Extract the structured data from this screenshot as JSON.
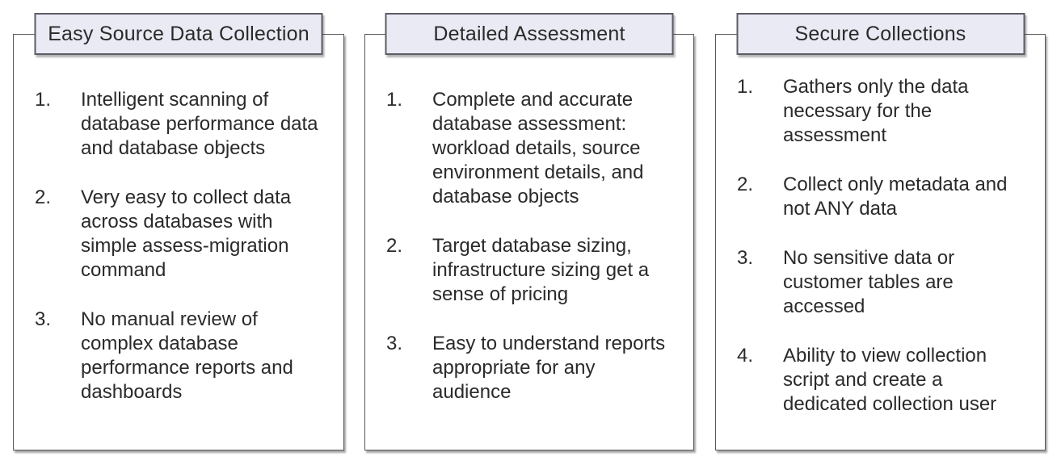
{
  "panels": [
    {
      "title": "Easy Source Data Collection",
      "items": [
        {
          "num": "1.",
          "text": "Intelligent scanning of\ndatabase performance data\nand database objects"
        },
        {
          "num": "2.",
          "text": "Very easy to collect data\nacross databases with\nsimple assess-migration\ncommand"
        },
        {
          "num": "3.",
          "text": "No manual review of\ncomplex database\nperformance reports and\ndashboards"
        }
      ]
    },
    {
      "title": "Detailed Assessment",
      "items": [
        {
          "num": "1.",
          "text": "Complete and accurate\ndatabase assessment:\nworkload details, source\nenvironment details, and\ndatabase objects"
        },
        {
          "num": "2.",
          "text": "Target database sizing,\ninfrastructure sizing get a\nsense of pricing"
        },
        {
          "num": "3.",
          "text": "Easy to understand reports\nappropriate for any\naudience"
        }
      ]
    },
    {
      "title": "Secure Collections",
      "items": [
        {
          "num": "1.",
          "text": "Gathers only the data\nnecessary for the\nassessment"
        },
        {
          "num": "2.",
          "text": "Collect only metadata and\nnot ANY data"
        },
        {
          "num": "3.",
          "text": "No sensitive data or\ncustomer tables are\naccessed"
        },
        {
          "num": "4.",
          "text": "Ability to view collection\nscript and create a\ndedicated collection user"
        }
      ]
    }
  ],
  "colors": {
    "header_fill": "#EAEAF5",
    "header_border": "#5C5C66",
    "box_border": "#595959",
    "text": "#2A2A2A"
  }
}
